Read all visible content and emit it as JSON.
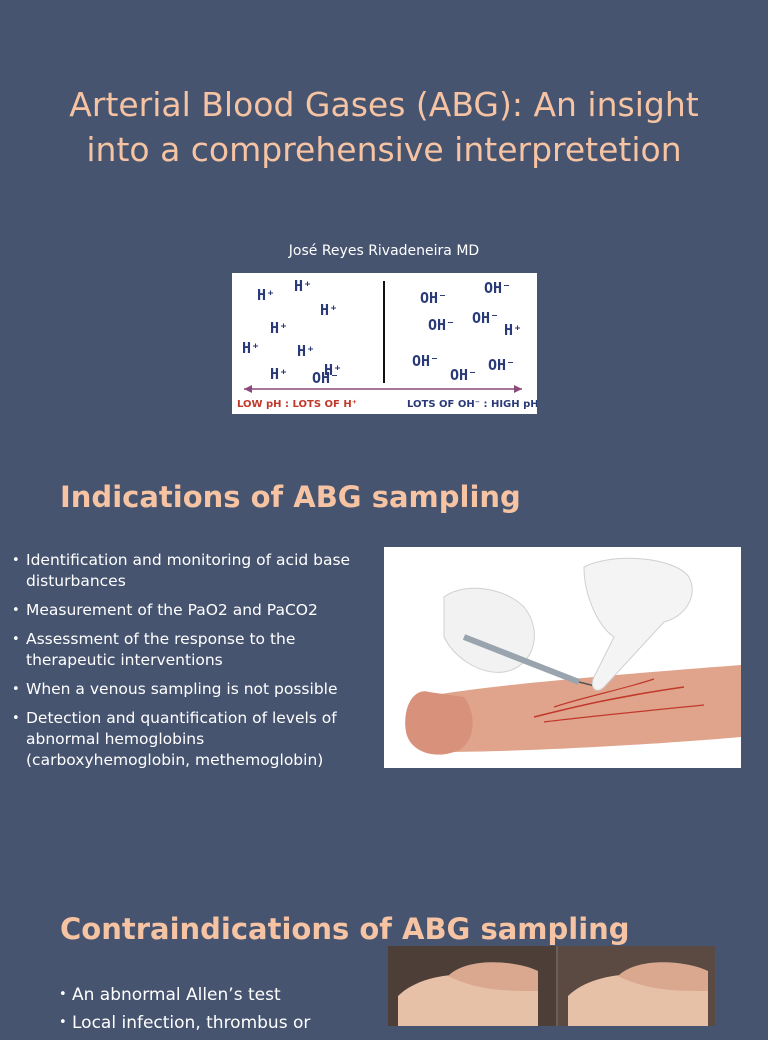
{
  "slide1": {
    "title": "Arterial Blood Gases (ABG): An insight into a comprehensive interpretetion",
    "author": "José Reyes Rivadeneira MD",
    "ph_figure": {
      "left_ions": [
        "H⁺",
        "H⁺",
        "H⁺",
        "H⁺",
        "H⁺",
        "H⁺",
        "H⁺",
        "H⁺",
        "OH⁻"
      ],
      "right_ions": [
        "OH⁻",
        "OH⁻",
        "OH⁻",
        "OH⁻",
        "H⁺",
        "OH⁻",
        "OH⁻",
        "OH⁻"
      ],
      "left_caption": "LOW pH : LOTS OF H⁺",
      "right_caption": "LOTS OF OH⁻ : HIGH pH",
      "ion_color": "#2a3a78",
      "caption_color": "#c0392b"
    }
  },
  "slide2": {
    "title": "Indications of ABG sampling",
    "bullets": [
      "Identification and monitoring of acid base disturbances",
      "Measurement of the PaO2 and PaCO2",
      "Assessment of the response to the therapeutic interventions",
      "When a venous sampling is not possible",
      "Detection and quantification of levels of abnormal hemoglobins (carboxyhemoglobin, methemoglobin)"
    ]
  },
  "slide3": {
    "title": "Contraindications of ABG sampling",
    "bullets": [
      "An abnormal Allen’s test",
      "Local infection, thrombus or"
    ]
  },
  "colors": {
    "background": "#465470",
    "heading": "#f6c3a3",
    "body_text": "#ffffff"
  }
}
